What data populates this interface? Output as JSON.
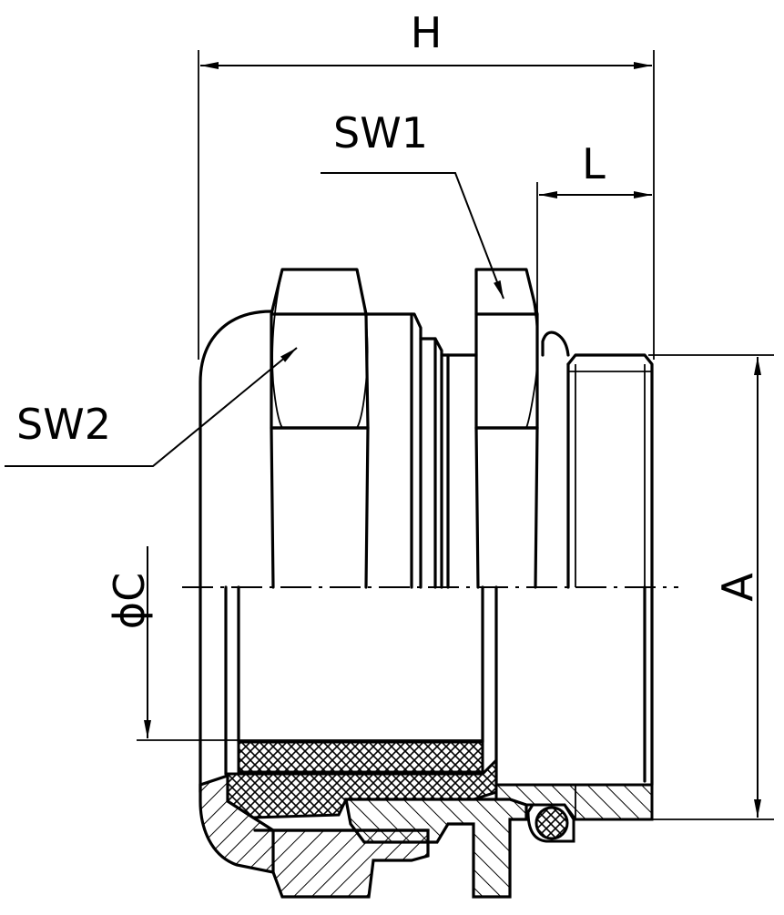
{
  "drawing": {
    "labels": {
      "overall_length": "H",
      "wrench_size_1": "SW1",
      "thread_length": "L",
      "wrench_size_2": "SW2",
      "clamping_diameter": "ϕC",
      "thread_diameter": "A"
    }
  }
}
